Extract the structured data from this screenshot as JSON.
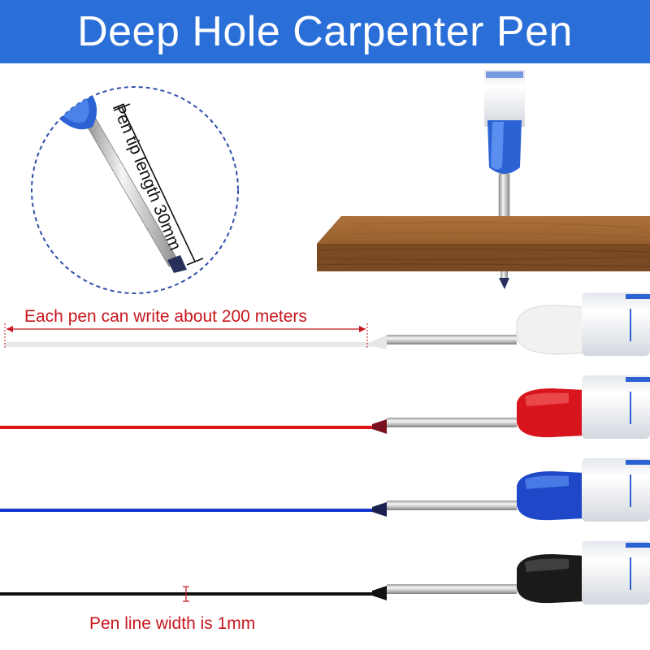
{
  "title": "Deep Hole Carpenter Pen",
  "annotations": {
    "tip_length": "Pen tip length 30mm",
    "write_distance": "Each pen can write about 200 meters",
    "line_width": "Pen line width is 1mm"
  },
  "pens": [
    {
      "color_name": "white",
      "cap_color": "#f2f2f2",
      "line_color": "#ededed"
    },
    {
      "color_name": "red",
      "cap_color": "#d8141c",
      "line_color": "#e0131b"
    },
    {
      "color_name": "blue",
      "cap_color": "#1f48c8",
      "line_color": "#1436d0"
    },
    {
      "color_name": "black",
      "cap_color": "#1a1a1a",
      "line_color": "#111111"
    }
  ],
  "colors": {
    "banner": "#2a6fd8",
    "annotation_red": "#c8171e",
    "wood": "#8a5527",
    "circle_border": "#2f4fa8"
  }
}
